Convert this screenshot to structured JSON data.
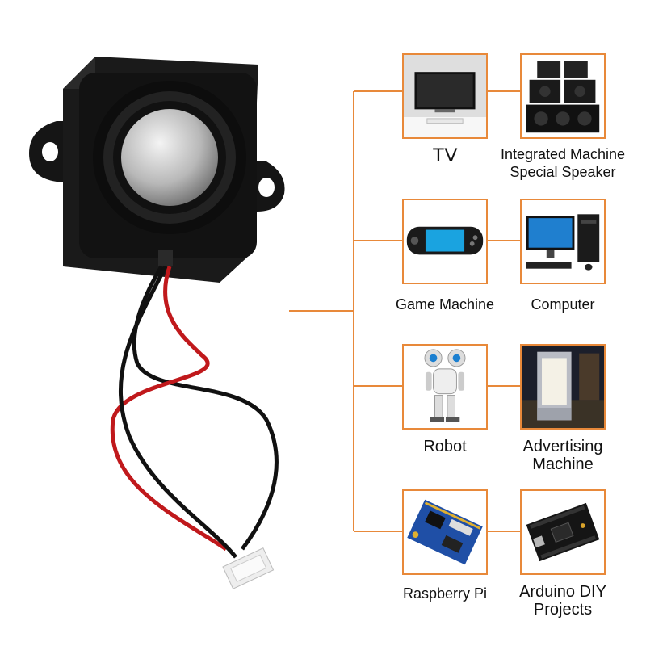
{
  "colors": {
    "connector": "#e8893a",
    "text": "#111111"
  },
  "product": {
    "name": "speaker-with-cable"
  },
  "applications": [
    {
      "label": "TV",
      "icon": "tv-icon"
    },
    {
      "label": "Integrated Machine\nSpecial Speaker",
      "icon": "speaker-stack-icon"
    },
    {
      "label": "Game Machine",
      "icon": "handheld-console-icon"
    },
    {
      "label": "Computer",
      "icon": "desktop-computer-icon"
    },
    {
      "label": "Robot",
      "icon": "robot-icon"
    },
    {
      "label": "Advertising\nMachine",
      "icon": "advertising-kiosk-icon"
    },
    {
      "label": "Raspberry Pi",
      "icon": "circuit-board-icon"
    },
    {
      "label": "Arduino DIY\nProjects",
      "icon": "arduino-board-icon"
    }
  ]
}
